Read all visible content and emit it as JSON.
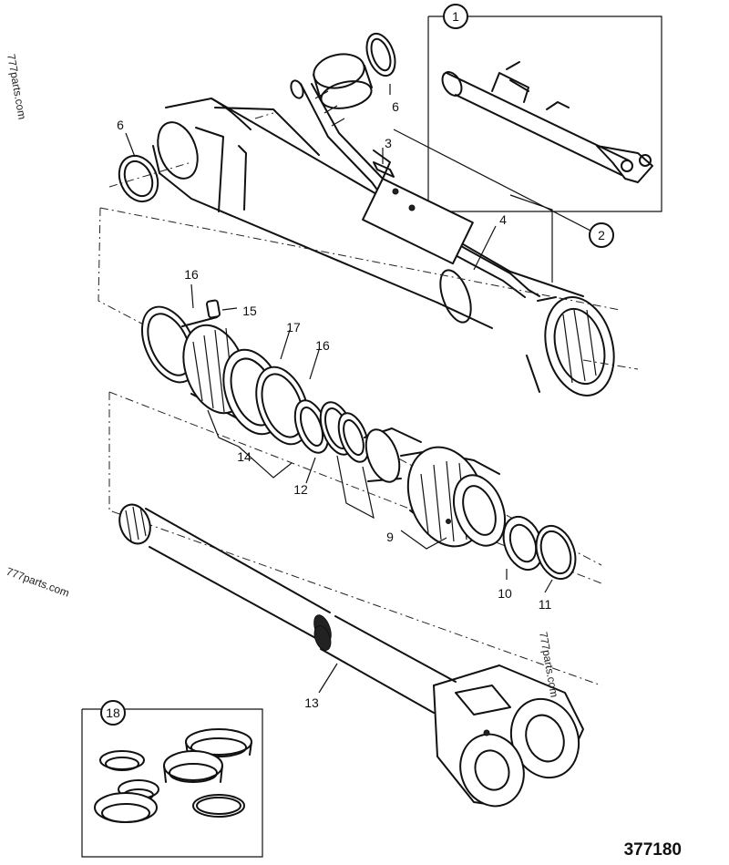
{
  "figure_number": "377180",
  "watermark": "777parts.com",
  "callouts": {
    "c1": "1",
    "c2": "2",
    "c3": "3",
    "c4": "4",
    "c6a": "6",
    "c6b": "6",
    "c9": "9",
    "c10": "10",
    "c11": "11",
    "c12": "12",
    "c13": "13",
    "c14": "14",
    "c15": "15",
    "c16a": "16",
    "c16b": "16",
    "c17": "17",
    "c18": "18"
  }
}
